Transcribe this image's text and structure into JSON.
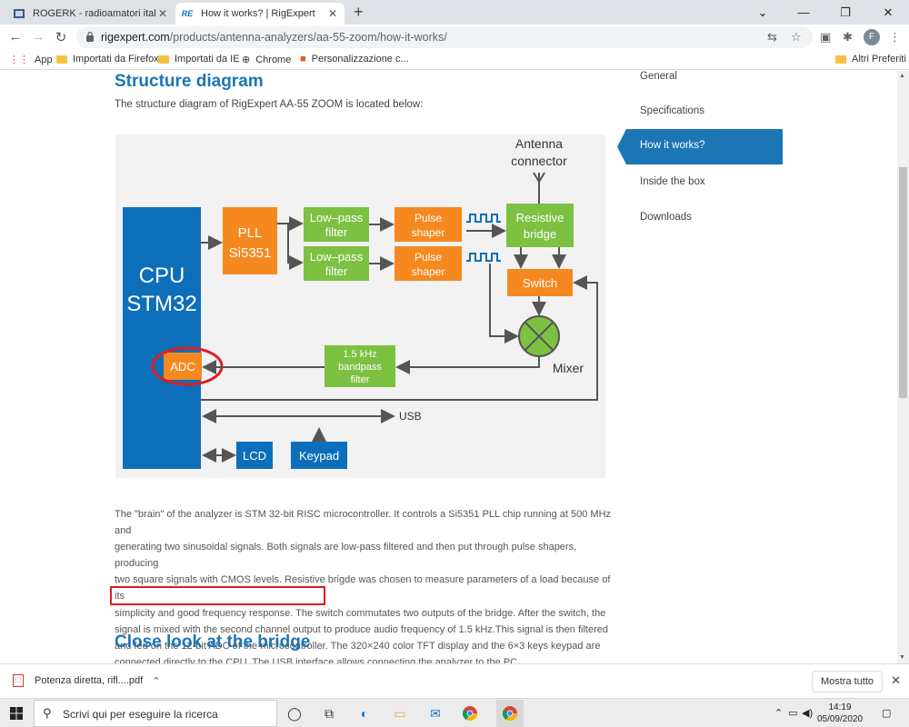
{
  "tabs": [
    {
      "title": "ROGERK - radioamatori italiani"
    },
    {
      "title": "How it works? | RigExpert"
    }
  ],
  "address": {
    "host": "rigexpert.com",
    "path": "/products/antenna-analyzers/aa-55-zoom/how-it-works/"
  },
  "profile_initial": "F",
  "bookmarks": [
    "App",
    "Importati da Firefox",
    "Importati da IE",
    "Chrome",
    "Personalizzazione c...",
    "Altri Preferiti"
  ],
  "page": {
    "heading": "Structure diagram",
    "intro": "The structure diagram of RigExpert AA-55 ZOOM is located below:",
    "description_lines": [
      "The \"brain\" of the analyzer is STM 32-bit RISC microcontroller. It controls a Si5351 PLL chip running at 500 MHz and",
      "generating two sinusoidal signals. Both signals are low-pass filtered and then put through pulse shapers, producing",
      "two square signals with CMOS levels. Resistive brigde was chosen to measure parameters of a load because of its",
      "simplicity and good frequency response. The switch commutates two outputs of the bridge. After the switch, the",
      "signal is mixed with the second channel output to produce audio frequency of 1.5 kHz.This signal is then filtered",
      "and fed on the 12-bit ADC of the microcontroller. The 320×240 color TFT display and the 6×3 keys keypad are",
      "connected directly to the CPU. The USB interface allows connecting the analyzer to the PC."
    ],
    "heading2": "Close look at the bridge"
  },
  "diagram": {
    "antenna": [
      "Antenna",
      "connector"
    ],
    "cpu": [
      "CPU",
      "STM32"
    ],
    "pll": [
      "PLL",
      "Si5351"
    ],
    "lpf": [
      "Low–pass",
      "filter"
    ],
    "pulse": [
      "Pulse",
      "shaper"
    ],
    "bridge": [
      "Resistive",
      "bridge"
    ],
    "switch": "Switch",
    "mixer": "Mixer",
    "bpf": [
      "1.5 kHz",
      "bandpass",
      "filter"
    ],
    "adc": "ADC",
    "usb": "USB",
    "lcd": "LCD",
    "keypad": "Keypad",
    "colors": {
      "cpu": "#0d6fba",
      "orange": "#f5891f",
      "green": "#7cc142",
      "arrow": "#555555",
      "annot": "#e11b22"
    }
  },
  "sidenav": {
    "items": [
      "General",
      "Specifications",
      "How it works?",
      "Inside the box",
      "Downloads"
    ],
    "active": "How it works?"
  },
  "download": {
    "file": "Potenza diretta, rifl....pdf",
    "show_all": "Mostra tutto"
  },
  "taskbar": {
    "search_placeholder": "Scrivi qui per eseguire la ricerca",
    "time": "14:19",
    "date": "05/09/2020"
  }
}
